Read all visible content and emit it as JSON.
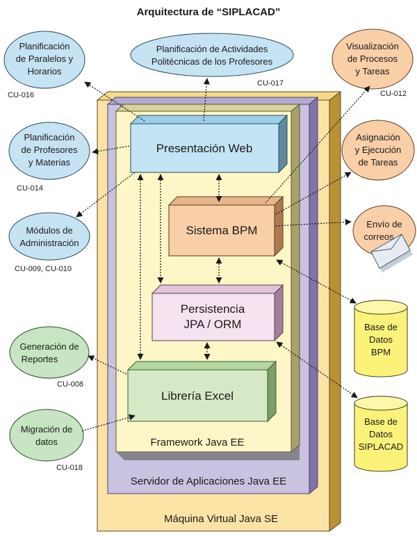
{
  "title": "Arquitectura de “SIPLACAD”",
  "containers": {
    "jvm": "Máquina Virtual Java SE",
    "app_server": "Servidor de Aplicaciones Java EE",
    "framework": "Framework Java EE"
  },
  "components": {
    "presentation": "Presentación Web",
    "bpm": "Sistema BPM",
    "persistence": [
      "Persistencia",
      "JPA / ORM"
    ],
    "excel": "Librería Excel"
  },
  "databases": {
    "bpm": [
      "Base de",
      "Datos",
      "BPM"
    ],
    "siplacad": [
      "Base de",
      "Datos",
      "SIPLACAD"
    ]
  },
  "use_cases": {
    "uc016": {
      "lines": [
        "Planificación",
        "de Paralelos y",
        "Horarios"
      ],
      "code": "CU-016"
    },
    "uc017": {
      "lines": [
        "Planificación de Actividades",
        "Politécnicas de los Profesores"
      ],
      "code": "CU-017"
    },
    "uc012": {
      "lines": [
        "Visualización",
        "de Procesos",
        "y Tareas"
      ],
      "code": "CU-012"
    },
    "uc014": {
      "lines": [
        "Planificación",
        "de Profesores",
        "y Materias"
      ],
      "code": "CU-014"
    },
    "tasks": {
      "lines": [
        "Asignación",
        "y Ejecución",
        "de Tareas"
      ]
    },
    "uc009": {
      "lines": [
        "Módulos de",
        "Administración"
      ],
      "code": "CU-009, CU-010"
    },
    "mail": {
      "lines": [
        "Envío de",
        "correos"
      ]
    },
    "uc008": {
      "lines": [
        "Generación de",
        "Reportes"
      ],
      "code": "CU-008"
    },
    "uc018": {
      "lines": [
        "Migración de",
        "datos"
      ],
      "code": "CU-018"
    }
  },
  "colors": {
    "jvm": "#fbe3a6",
    "app_server": "#c9c2e0",
    "framework": "#fdf7c7",
    "presentation": "#c3e4f4",
    "bpm": "#f9cfa8",
    "persistence": "#f6e3f0",
    "excel": "#d5e9c6",
    "ellipse_blue": "#c6e3f4",
    "ellipse_orange": "#f9cfa8",
    "ellipse_green": "#c7e5c2",
    "database": "#fbf27a"
  }
}
